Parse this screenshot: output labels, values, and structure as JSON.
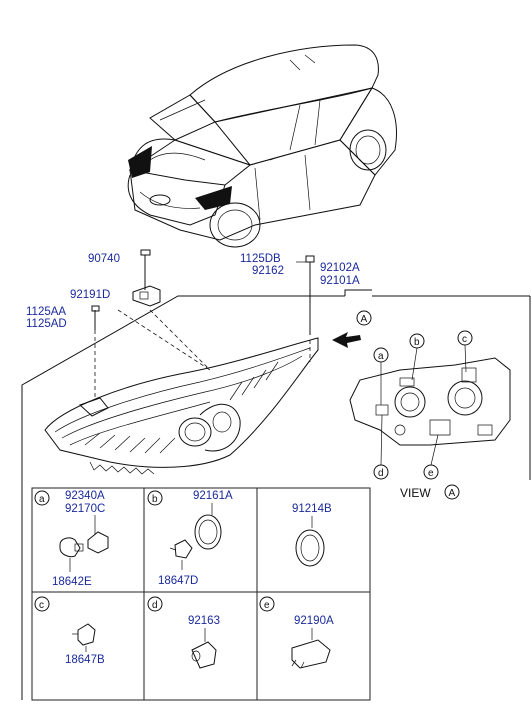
{
  "parts": {
    "p90740": "90740",
    "p92191D": "92191D",
    "p1125AA": "1125AA",
    "p1125AD": "1125AD",
    "p1125DB": "1125DB",
    "p92162": "92162",
    "p92102A": "92102A",
    "p92101A": "92101A"
  },
  "view": {
    "arrow_marker": "A",
    "caption": "VIEW",
    "caption_marker": "A",
    "callouts": [
      "a",
      "b",
      "c",
      "d",
      "e"
    ]
  },
  "cells": [
    {
      "letter": "a",
      "parts": [
        "92340A",
        "92170C",
        "18642E"
      ]
    },
    {
      "letter": "b",
      "parts": [
        "92161A",
        "18647D"
      ]
    },
    {
      "letter": "",
      "parts": [
        "91214B"
      ]
    },
    {
      "letter": "c",
      "parts": [
        "18647B"
      ]
    },
    {
      "letter": "d",
      "parts": [
        "92163"
      ]
    },
    {
      "letter": "e",
      "parts": [
        "92190A"
      ]
    }
  ],
  "colors": {
    "part_number": "#1a2a9c",
    "line": "#111111"
  }
}
